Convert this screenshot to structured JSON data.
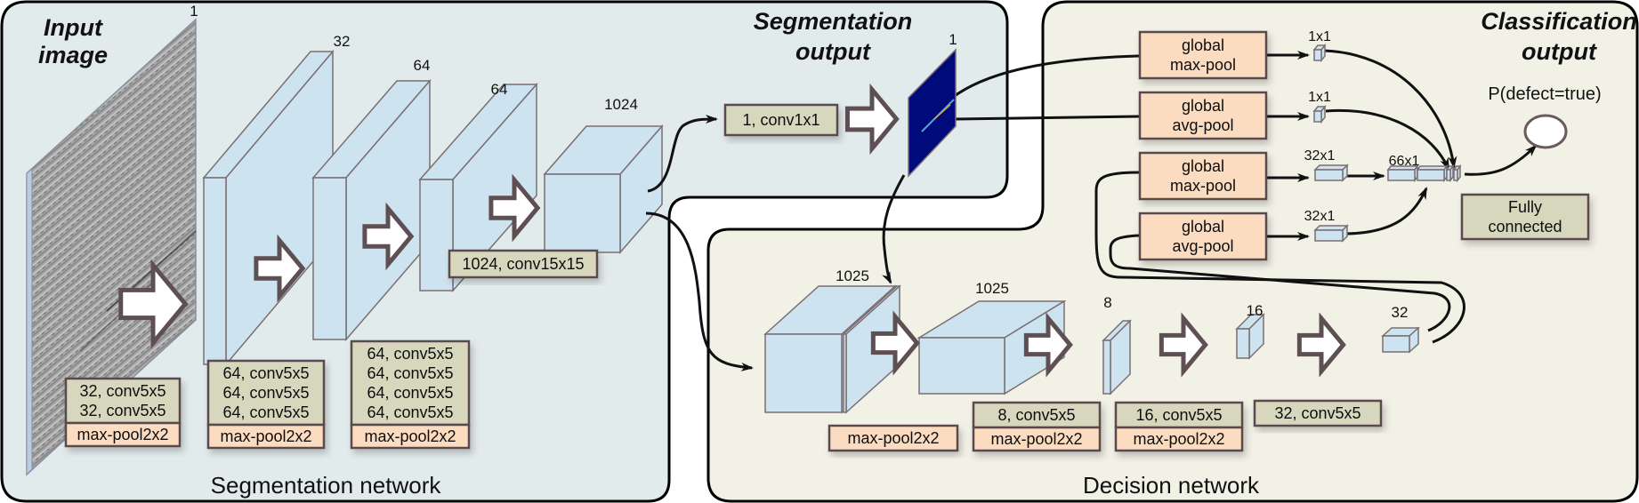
{
  "colors": {
    "seg_panel_bg": "#e2ebec",
    "dec_panel_bg": "#f2f1e6",
    "volume_fill": "#cde4f0",
    "volume_stroke": "#7a6e72",
    "conv_box": "#d6d7bc",
    "pool_box": "#fbdcc0",
    "box_border": "#5a4a4e",
    "seg_output": "#000a7a",
    "fc_box": "#d6d7bc"
  },
  "panels": {
    "segmentation": {
      "label": "Segmentation network"
    },
    "decision": {
      "label": "Decision network"
    }
  },
  "titles": {
    "input_line1": "Input",
    "input_line2": "image",
    "seg_output_line1": "Segmentation",
    "seg_output_line2": "output",
    "cls_output_line1": "Classification",
    "cls_output_line2": "output"
  },
  "segmentation": {
    "volume_labels": [
      "1",
      "32",
      "64",
      "64",
      "1024"
    ],
    "layer_boxes": [
      {
        "convs": [
          "32, conv5x5",
          "32, conv5x5"
        ],
        "pool": "max-pool2x2"
      },
      {
        "convs": [
          "64, conv5x5",
          "64, conv5x5",
          "64, conv5x5"
        ],
        "pool": "max-pool2x2"
      },
      {
        "convs": [
          "64, conv5x5",
          "64, conv5x5",
          "64, conv5x5",
          "64, conv5x5"
        ],
        "pool": "max-pool2x2"
      }
    ],
    "final_conv": "1024, conv15x15",
    "output_conv": "1, conv1x1",
    "output_depth": "1"
  },
  "decision": {
    "volume_labels": [
      "1025",
      "1025",
      "8",
      "16",
      "32"
    ],
    "first_pool": "max-pool2x2",
    "layer_boxes": [
      {
        "convs": [
          "8, conv5x5"
        ],
        "pool": "max-pool2x2"
      },
      {
        "convs": [
          "16, conv5x5"
        ],
        "pool": "max-pool2x2"
      },
      {
        "convs": [
          "32, conv5x5"
        ],
        "pool": null
      }
    ]
  },
  "classification": {
    "pool_boxes": [
      {
        "line1": "global",
        "line2": "max-pool",
        "out": "1x1"
      },
      {
        "line1": "global",
        "line2": "avg-pool",
        "out": "1x1"
      },
      {
        "line1": "global",
        "line2": "max-pool",
        "out": "32x1"
      },
      {
        "line1": "global",
        "line2": "avg-pool",
        "out": "32x1"
      }
    ],
    "concat_label": "66x1",
    "output_label": "P(defect=true)",
    "fc_line1": "Fully",
    "fc_line2": "connected"
  }
}
